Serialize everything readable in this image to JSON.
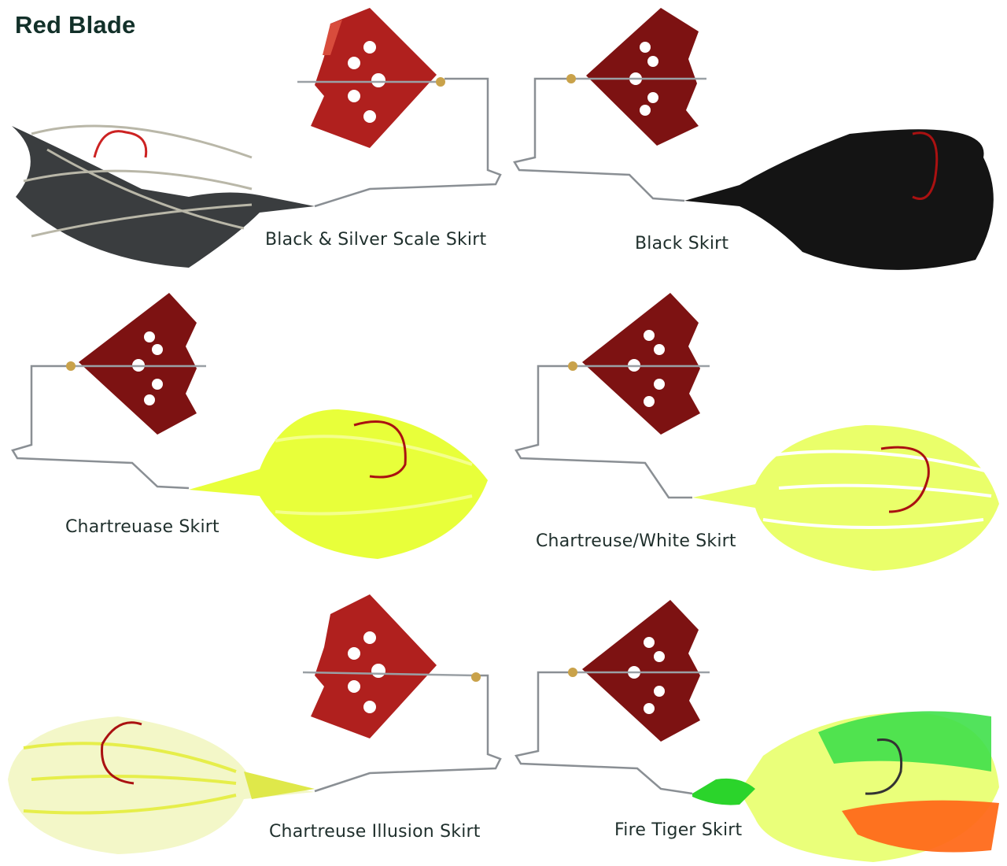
{
  "title": "Red Blade",
  "colors": {
    "blade": "#b0201e",
    "blade_dark": "#7d1212",
    "title_text": "#123029",
    "label_text": "#1f2f2c",
    "wire": "#8a8f94",
    "bead": "#c9a24a"
  },
  "lures": [
    {
      "id": "black-silver-scale",
      "label": "Black & Silver Scale Skirt",
      "skirt_color": "#3a3d3f",
      "skirt_accent": "#b9b7a8",
      "head_color": "#2a2d2e"
    },
    {
      "id": "black",
      "label": "Black Skirt",
      "skirt_color": "#141414",
      "skirt_accent": "#2b2b2b",
      "head_color": "#1c1c1c"
    },
    {
      "id": "chartreuase",
      "label": "Chartreuase Skirt",
      "skirt_color": "#e8ff3a",
      "skirt_accent": "#f4ff8c",
      "head_color": "#eaf83a"
    },
    {
      "id": "chartreuse-white",
      "label": "Chartreuse/White Skirt",
      "skirt_color": "#eaff6a",
      "skirt_accent": "#ffffff",
      "head_color": "#e4f55a"
    },
    {
      "id": "chartreuse-illusion",
      "label": "Chartreuse Illusion Skirt",
      "skirt_color": "#f3f7c8",
      "skirt_accent": "#e6ee4a",
      "head_color": "#dfe84a"
    },
    {
      "id": "fire-tiger",
      "label": "Fire Tiger Skirt",
      "skirt_color": "#eaff7a",
      "skirt_accent": "#ff6a1a",
      "skirt_accent2": "#3fe04a",
      "head_color": "#2bd42b"
    }
  ]
}
